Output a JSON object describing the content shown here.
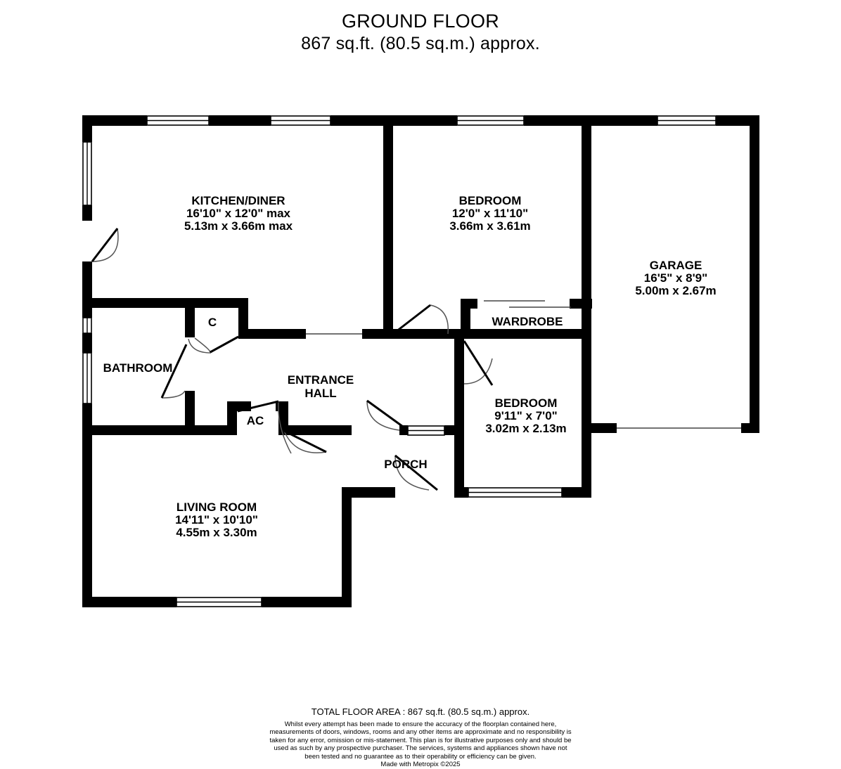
{
  "title": {
    "heading": "GROUND FLOOR",
    "area_line": "867 sq.ft. (80.5 sq.m.) approx."
  },
  "rooms": [
    {
      "key": "kitchen_diner",
      "name": "KITCHEN/DINER",
      "dim_imperial": "16'10\"  x 12'0\" max",
      "dim_metric": "5.13m  x 3.66m max"
    },
    {
      "key": "bedroom_1",
      "name": "BEDROOM",
      "dim_imperial": "12'0\"  x 11'10\"",
      "dim_metric": "3.66m  x 3.61m"
    },
    {
      "key": "garage",
      "name": "GARAGE",
      "dim_imperial": "16'5\"  x 8'9\"",
      "dim_metric": "5.00m  x 2.67m"
    },
    {
      "key": "bedroom_2",
      "name": "BEDROOM",
      "dim_imperial": "9'11\"  x 7'0\"",
      "dim_metric": "3.02m  x 2.13m"
    },
    {
      "key": "living_room",
      "name": "LIVING ROOM",
      "dim_imperial": "14'11\"  x 10'10\"",
      "dim_metric": "4.55m  x 3.30m"
    }
  ],
  "small_rooms": [
    {
      "key": "bathroom",
      "name": "BATHROOM"
    },
    {
      "key": "cupboard",
      "name": "C"
    },
    {
      "key": "airing_cupboard",
      "name": "AC"
    },
    {
      "key": "wardrobe",
      "name": "WARDROBE"
    },
    {
      "key": "porch",
      "name": "PORCH"
    }
  ],
  "entrance_hall": {
    "line1": "ENTRANCE",
    "line2": "HALL"
  },
  "footer": {
    "total_area": "TOTAL FLOOR AREA : 867 sq.ft. (80.5 sq.m.) approx.",
    "disclaimer": "Whilst every attempt has been made to ensure the accuracy of the floorplan contained here, measurements of doors, windows, rooms and any other items are approximate and no responsibility is taken for any error, omission or mis-statement. This plan is for illustrative purposes only and should be used as such by any prospective purchaser. The services, systems and appliances shown have not been tested and no guarantee as to their operability or efficiency can be given.",
    "made_with": "Made with Metropix ©2025"
  },
  "colors": {
    "wall": "#000000",
    "background": "#ffffff",
    "door_arc": "#555555",
    "text": "#000000"
  }
}
